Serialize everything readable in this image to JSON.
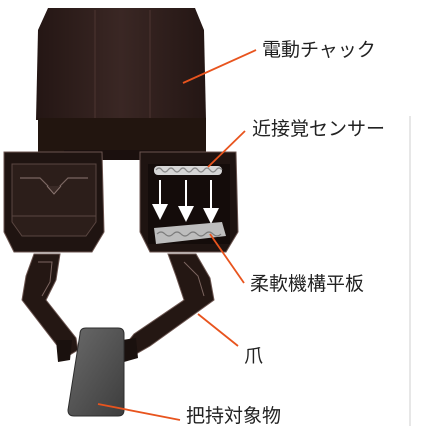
{
  "labels": {
    "chuck": "電動チャック",
    "sensor": "近接覚センサー",
    "flexible_plate": "柔軟機構平板",
    "claw": "爪",
    "object": "把持対象物"
  },
  "colors": {
    "body": "#2e1e1c",
    "body_dark": "#1c1110",
    "body_light": "#4a3430",
    "leader": "#e8541e",
    "sensor_bead": "#c8c8c8",
    "plate": "#b5b5b5",
    "object": "#555555",
    "arrow": "#ffffff"
  }
}
